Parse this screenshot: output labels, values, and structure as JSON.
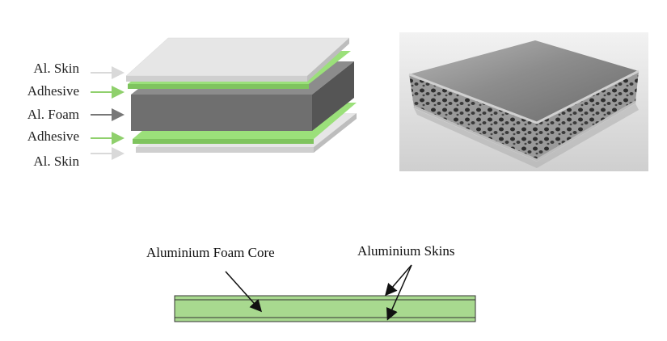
{
  "exploded_view": {
    "layers": [
      {
        "label": "Al. Skin",
        "arrow_color": "#d9d9d9"
      },
      {
        "label": "Adhesive",
        "arrow_color": "#8fd06c"
      },
      {
        "label": "Al. Foam",
        "arrow_color": "#777777"
      },
      {
        "label": "Adhesive",
        "arrow_color": "#8fd06c"
      },
      {
        "label": "Al. Skin",
        "arrow_color": "#d9d9d9"
      }
    ],
    "colors": {
      "skin": "#e6e6e6",
      "adhesive": "#9be07a",
      "foam": "#6f6f6f"
    }
  },
  "cross_section": {
    "core_label": "Aluminium Foam Core",
    "skins_label": "Aluminium Skins",
    "colors": {
      "core": "#a8d98f",
      "outline": "#333333"
    }
  }
}
